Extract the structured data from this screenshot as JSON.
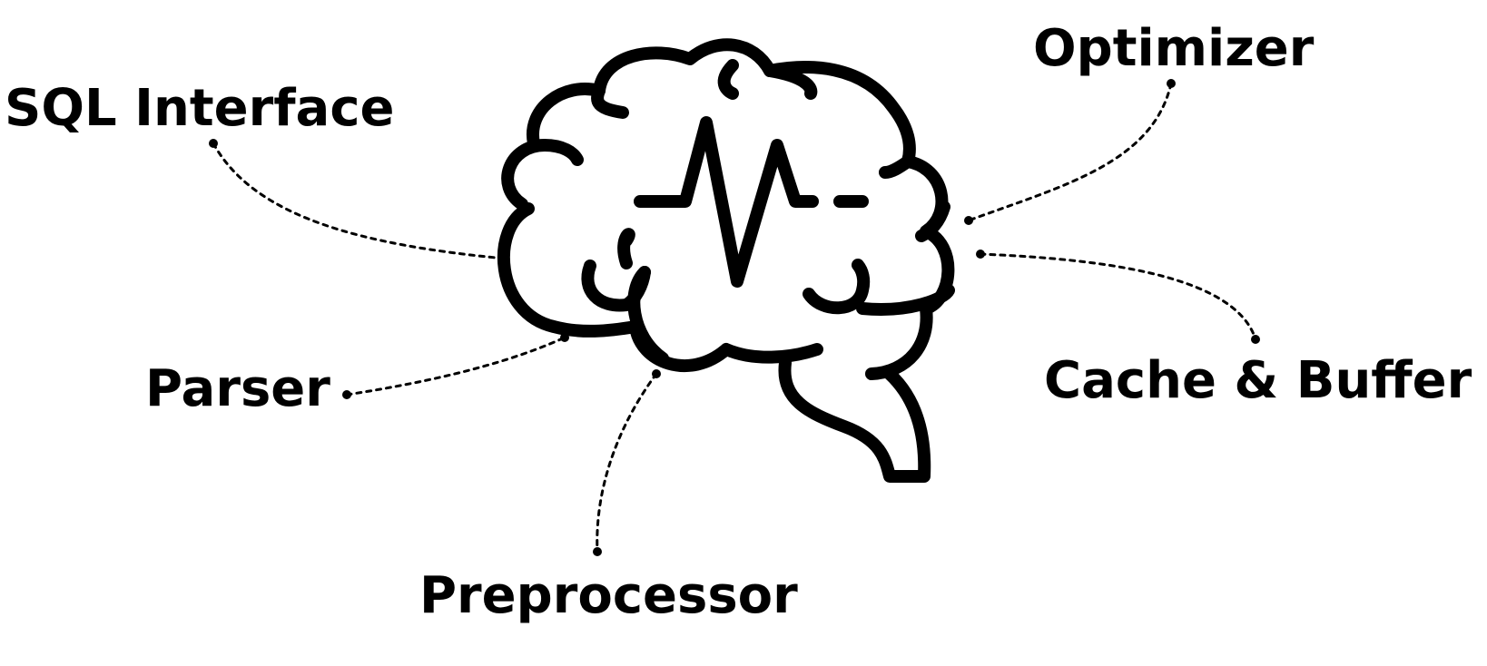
{
  "diagram": {
    "center_icon": "brain-pulse-icon",
    "components": [
      {
        "id": "sql-interface",
        "label": "SQL Interface"
      },
      {
        "id": "optimizer",
        "label": "Optimizer"
      },
      {
        "id": "parser",
        "label": "Parser"
      },
      {
        "id": "cache-buffer",
        "label": "Cache & Buffer"
      },
      {
        "id": "preprocessor",
        "label": "Preprocessor"
      }
    ],
    "colors": {
      "ink": "#000000",
      "background": "#ffffff"
    }
  }
}
